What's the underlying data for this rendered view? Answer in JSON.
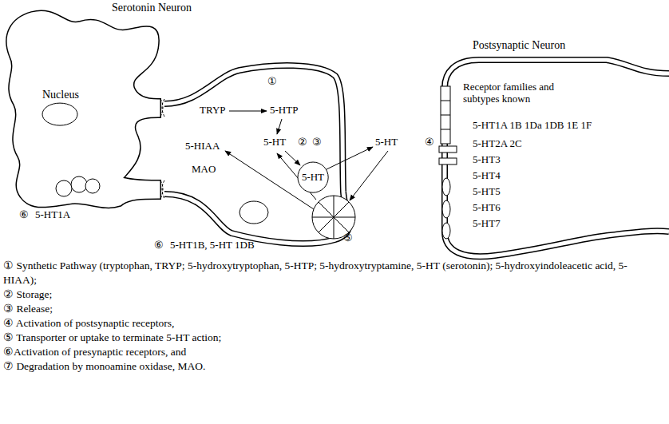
{
  "diagram": {
    "nodes": [
      {
        "text": [
          "Serotonin Neuron"
        ]
      },
      {
        "text": [
          "Nucleus"
        ],
        "in": 0
      },
      {
        "text": [
          "5-HT"
        ],
        "in": 0
      },
      {
        "text": [
          "Postsynaptic Neuron",
          "Receptor families and subtypes known",
          "5-HT1A 1B 1Da 1DB 1E 1F",
          "5-HT2A 2C",
          "5-HT3",
          "5-HT4",
          "5-HT5",
          "5-HT6",
          "5-HT7"
        ]
      }
    ],
    "labels": [
      "TRYP",
      "5-HTP",
      "5-HT",
      "5-HT",
      "5-HIAA",
      "MAO",
      "①",
      "②",
      "③",
      "④",
      "⑤",
      "⑥",
      "5-HT1A",
      "⑥",
      "5-HT1B, 5-HT 1DB",
      "① Synthetic Pathway (tryptophan, TRYP; 5-hydroxytryptophan, 5-HTP; 5-hydroxytryptamine, 5-HT (serotonin); 5-hydroxyindoleacetic acid, 5-HIAA);",
      "② Storage;",
      "③ Release;",
      "④ Activation of postsynaptic receptors,",
      "⑤ Transporter or uptake to terminate 5-HT action;",
      "⑥Activation of presynaptic receptors, and",
      "⑦ Degradation by monoamine oxidase, MAO."
    ]
  }
}
